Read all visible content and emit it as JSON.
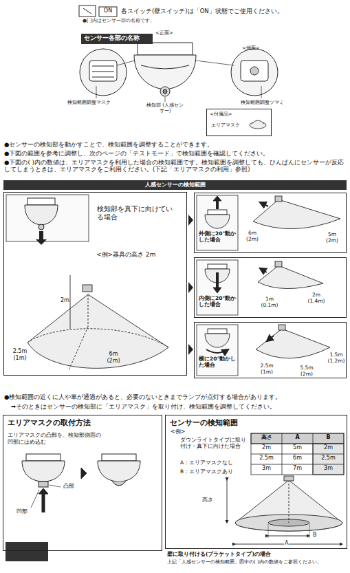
{
  "diagram": {
    "nodes": [
      {
        "text": [
          "センサー各部の名称"
        ]
      },
      {
        "text": [
          "<付属品>",
          "エリアマスク"
        ]
      },
      {
        "text": [
          "人感センサーの検知範囲"
        ]
      },
      {
        "text": [
          "検知部を真下に向けている場合"
        ]
      },
      {
        "text": [
          "外側に20°動かした場合"
        ]
      },
      {
        "text": [
          "内側に20°動かした場合"
        ]
      },
      {
        "text": [
          "横に20°動かした場合"
        ]
      },
      {
        "text": [
          "エリアマスクの取付方法",
          "エリアマスクの凸部を、検知部側面の凹部にはめ込む"
        ]
      },
      {
        "text": [
          "センサーの検知範囲"
        ]
      }
    ],
    "labels": [
      "ON",
      "各スイッチ(壁スイッチ)は「ON」状態でご使用ください。",
      "●[ ]内はセンサー部の名称です。",
      "<正面>",
      "<側面>",
      "検知範囲調整マスク",
      "検知部 (人感センサー)",
      "検知範囲調整ツマミ",
      "●センサーの検知部を動かすことで、検知範囲を調整することができます。",
      "●下図の範囲を参考に調整し、次のページの「テストモード」で検知範囲を確認してください。",
      "●下図の( )内の数値は、エリアマスクを利用した場合の検知範囲です。検知範囲を調整しても、ひんぱんにセンサーが反応してしまうときは、エリアマスクをご利用ください。(下記「エリアマスクの利用」参照)",
      "<例>器具の高さ 2m",
      "2m",
      "2.5m (1m)",
      "6m (2m)",
      "6m (2m)",
      "5m (2m)",
      "1m (0.1m)",
      "2m (1.4m)",
      "2.5m (1m)",
      "5.5m (2m)",
      "1.5m (1.2m)",
      "●検知範囲の近くに人や車が通過があると、必要のないときまでランプが点灯する場合があります。",
      "➡そのときはセンサーの検知部に「エリアマスク」を取り付け、検知範囲を調整してください。",
      "凹部",
      "凸部",
      "<例>",
      "ダウンライトタイプに取り付け・真下に向けた場合",
      "A：エリアマスクなし",
      "B：エリアマスクあり",
      "高さ",
      "A",
      "B",
      "2m",
      "5m",
      "2m",
      "2.5m",
      "6m",
      "2.5m",
      "3m",
      "7m",
      "3m",
      "高さ",
      "B",
      "A",
      "壁に取り付ける(ブラケットタイプ)の場合",
      "上記「人感センサーの検知範囲」図中の( )内の数値をご参照ください。"
    ]
  }
}
